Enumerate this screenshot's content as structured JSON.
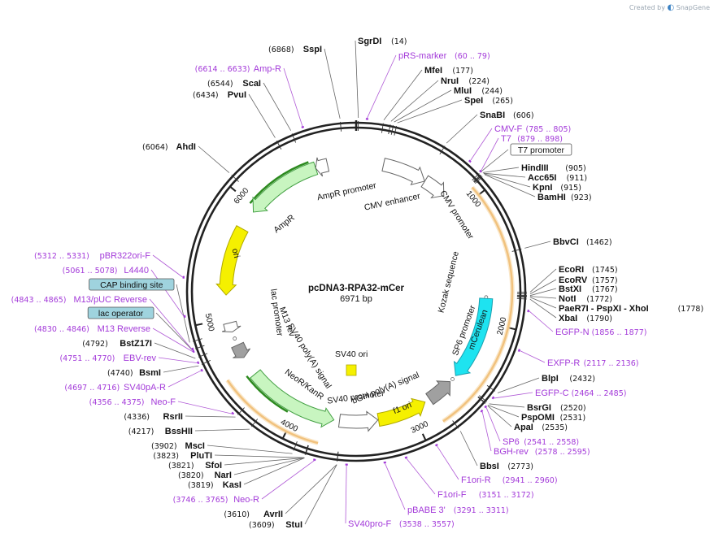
{
  "plasmid": {
    "name": "pcDNA3-RPA32-mCer",
    "size_label": "6971 bp",
    "length": 6971
  },
  "branding": {
    "created_by": "Created by",
    "brand": "SnapGene"
  },
  "ruler_ticks": [
    {
      "label": "1000",
      "bp": 1000
    },
    {
      "label": "2000",
      "bp": 2000
    },
    {
      "label": "3000",
      "bp": 3000
    },
    {
      "label": "4000",
      "bp": 4000
    },
    {
      "label": "5000",
      "bp": 5000
    },
    {
      "label": "6000",
      "bp": 6000
    }
  ],
  "sites": [
    {
      "name": "SgrDI",
      "pos": "(14)",
      "bp": 14,
      "kind": "enzyme"
    },
    {
      "name": "pRS-marker",
      "pos": "(60 .. 79)",
      "bp": 70,
      "kind": "primer"
    },
    {
      "name": "MfeI",
      "pos": "(177)",
      "bp": 177,
      "kind": "enzyme"
    },
    {
      "name": "NruI",
      "pos": "(224)",
      "bp": 224,
      "kind": "enzyme"
    },
    {
      "name": "MluI",
      "pos": "(244)",
      "bp": 244,
      "kind": "enzyme"
    },
    {
      "name": "SpeI",
      "pos": "(265)",
      "bp": 265,
      "kind": "enzyme"
    },
    {
      "name": "SnaBI",
      "pos": "(606)",
      "bp": 606,
      "kind": "enzyme"
    },
    {
      "name": "CMV-F",
      "pos": "(785 .. 805)",
      "bp": 795,
      "kind": "primer"
    },
    {
      "name": "T7",
      "pos": "(879 .. 898)",
      "bp": 889,
      "kind": "primer"
    },
    {
      "name": "T7 promoter",
      "pos": "",
      "bp": 893,
      "kind": "boxed"
    },
    {
      "name": "HindIII",
      "pos": "(905)",
      "bp": 905,
      "kind": "enzyme"
    },
    {
      "name": "Acc65I",
      "pos": "(911)",
      "bp": 911,
      "kind": "enzyme"
    },
    {
      "name": "KpnI",
      "pos": "(915)",
      "bp": 915,
      "kind": "enzyme"
    },
    {
      "name": "BamHI",
      "pos": "(923)",
      "bp": 923,
      "kind": "enzyme"
    },
    {
      "name": "BbvCI",
      "pos": "(1462)",
      "bp": 1462,
      "kind": "enzyme"
    },
    {
      "name": "EcoRI",
      "pos": "(1745)",
      "bp": 1745,
      "kind": "enzyme"
    },
    {
      "name": "EcoRV",
      "pos": "(1757)",
      "bp": 1757,
      "kind": "enzyme"
    },
    {
      "name": "BstXI",
      "pos": "(1767)",
      "bp": 1767,
      "kind": "enzyme"
    },
    {
      "name": "NotI",
      "pos": "(1772)",
      "bp": 1772,
      "kind": "enzyme"
    },
    {
      "name": "PaeR7I - PspXI - XhoI",
      "pos": "(1778)",
      "bp": 1778,
      "kind": "enzyme"
    },
    {
      "name": "XbaI",
      "pos": "(1790)",
      "bp": 1790,
      "kind": "enzyme"
    },
    {
      "name": "EGFP-N",
      "pos": "(1856 .. 1877)",
      "bp": 1866,
      "kind": "primer"
    },
    {
      "name": "EXFP-R",
      "pos": "(2117 .. 2136)",
      "bp": 2126,
      "kind": "primer"
    },
    {
      "name": "BlpI",
      "pos": "(2432)",
      "bp": 2432,
      "kind": "enzyme"
    },
    {
      "name": "EGFP-C",
      "pos": "(2464 .. 2485)",
      "bp": 2474,
      "kind": "primer"
    },
    {
      "name": "BsrGI",
      "pos": "(2520)",
      "bp": 2520,
      "kind": "enzyme"
    },
    {
      "name": "PspOMI",
      "pos": "(2531)",
      "bp": 2531,
      "kind": "enzyme"
    },
    {
      "name": "ApaI",
      "pos": "(2535)",
      "bp": 2535,
      "kind": "enzyme"
    },
    {
      "name": "SP6",
      "pos": "(2541 .. 2558)",
      "bp": 2549,
      "kind": "primer"
    },
    {
      "name": "BGH-rev",
      "pos": "(2578 .. 2595)",
      "bp": 2586,
      "kind": "primer"
    },
    {
      "name": "BbsI",
      "pos": "(2773)",
      "bp": 2773,
      "kind": "enzyme"
    },
    {
      "name": "F1ori-R",
      "pos": "(2941 .. 2960)",
      "bp": 2950,
      "kind": "primer"
    },
    {
      "name": "F1ori-F",
      "pos": "(3151 .. 3172)",
      "bp": 3161,
      "kind": "primer"
    },
    {
      "name": "pBABE 3'",
      "pos": "(3291 .. 3311)",
      "bp": 3301,
      "kind": "primer"
    },
    {
      "name": "SV40pro-F",
      "pos": "(3538 .. 3557)",
      "bp": 3547,
      "kind": "primer"
    },
    {
      "name": "StuI",
      "pos": "(3609)",
      "bp": 3609,
      "kind": "enzyme"
    },
    {
      "name": "AvrII",
      "pos": "(3610)",
      "bp": 3610,
      "kind": "enzyme"
    },
    {
      "name": "Neo-R",
      "pos": "(3746 .. 3765)",
      "bp": 3755,
      "kind": "primer"
    },
    {
      "name": "KasI",
      "pos": "(3819)",
      "bp": 3819,
      "kind": "enzyme"
    },
    {
      "name": "NarI",
      "pos": "(3820)",
      "bp": 3820,
      "kind": "enzyme"
    },
    {
      "name": "SfoI",
      "pos": "(3821)",
      "bp": 3821,
      "kind": "enzyme"
    },
    {
      "name": "PluTI",
      "pos": "(3823)",
      "bp": 3823,
      "kind": "enzyme"
    },
    {
      "name": "MscI",
      "pos": "(3902)",
      "bp": 3902,
      "kind": "enzyme"
    },
    {
      "name": "BssHII",
      "pos": "(4217)",
      "bp": 4217,
      "kind": "enzyme"
    },
    {
      "name": "RsrII",
      "pos": "(4336)",
      "bp": 4336,
      "kind": "enzyme"
    },
    {
      "name": "Neo-F",
      "pos": "(4356 .. 4375)",
      "bp": 4365,
      "kind": "primer"
    },
    {
      "name": "SV40pA-R",
      "pos": "(4697 .. 4716)",
      "bp": 4706,
      "kind": "primer"
    },
    {
      "name": "BsmI",
      "pos": "(4740)",
      "bp": 4740,
      "kind": "enzyme"
    },
    {
      "name": "EBV-rev",
      "pos": "(4751 .. 4770)",
      "bp": 4760,
      "kind": "primer"
    },
    {
      "name": "BstZ17I",
      "pos": "(4792)",
      "bp": 4792,
      "kind": "enzyme"
    },
    {
      "name": "M13 Reverse",
      "pos": "(4830 .. 4846)",
      "bp": 4838,
      "kind": "primer"
    },
    {
      "name": "lac operator",
      "pos": "",
      "bp": 4850,
      "kind": "boxed-blue"
    },
    {
      "name": "M13/pUC Reverse",
      "pos": "(4843 .. 4865)",
      "bp": 4854,
      "kind": "primer"
    },
    {
      "name": "CAP binding site",
      "pos": "",
      "bp": 4900,
      "kind": "boxed-blue"
    },
    {
      "name": "L4440",
      "pos": "(5061 .. 5078)",
      "bp": 5070,
      "kind": "primer"
    },
    {
      "name": "pBR322ori-F",
      "pos": "(5312 .. 5331)",
      "bp": 5321,
      "kind": "primer"
    },
    {
      "name": "AhdI",
      "pos": "(6064)",
      "bp": 6064,
      "kind": "enzyme"
    },
    {
      "name": "PvuI",
      "pos": "(6434)",
      "bp": 6434,
      "kind": "enzyme"
    },
    {
      "name": "ScaI",
      "pos": "(6544)",
      "bp": 6544,
      "kind": "enzyme"
    },
    {
      "name": "Amp-R",
      "pos": "(6614 .. 6633)",
      "bp": 6623,
      "kind": "primer"
    },
    {
      "name": "SspI",
      "pos": "(6868)",
      "bp": 6868,
      "kind": "enzyme"
    }
  ],
  "features": [
    {
      "name": "CMV enhancer",
      "start": 235,
      "end": 615,
      "fill": "#ffffff",
      "stroke": "#666666"
    },
    {
      "name": "CMV promoter",
      "start": 616,
      "end": 820,
      "fill": "#ffffff",
      "stroke": "#666666"
    },
    {
      "name": "Kozak sequence",
      "start": 1790,
      "end": 1800,
      "fill": "#ffffff",
      "stroke": "#666666"
    },
    {
      "name": "mCerulean",
      "start": 1800,
      "end": 2520,
      "fill": "#1ee3f0",
      "stroke": "#1aa0b0"
    },
    {
      "name": "SP6 promoter",
      "start": 2560,
      "end": 2580,
      "fill": "#ffffff",
      "stroke": "#666666"
    },
    {
      "name": "bGH poly(A) signal",
      "start": 2590,
      "end": 2820,
      "fill": "#a0a0a0",
      "stroke": "#666666"
    },
    {
      "name": "f1 ori",
      "start": 2866,
      "end": 3294,
      "fill": "#f5f000",
      "stroke": "#b0a800"
    },
    {
      "name": "SV40 promoter",
      "start": 3299,
      "end": 3628,
      "fill": "#ffffff",
      "stroke": "#666666"
    },
    {
      "name": "NeoR/KanR",
      "start": 3676,
      "end": 4470,
      "fill": "#c8f5c0",
      "stroke": "#44a044"
    },
    {
      "name": "SV40 poly(A) signal",
      "start": 4640,
      "end": 4760,
      "fill": "#a0a0a0",
      "stroke": "#666666"
    },
    {
      "name": "M13 rev",
      "start": 4820,
      "end": 4840,
      "fill": "#ffffff",
      "stroke": "#666666"
    },
    {
      "name": "lac promoter",
      "start": 4880,
      "end": 4960,
      "fill": "#ffffff",
      "stroke": "#666666"
    },
    {
      "name": "ori",
      "start": 5200,
      "end": 5789,
      "fill": "#f5f000",
      "stroke": "#b0a800"
    },
    {
      "name": "AmpR",
      "start": 5960,
      "end": 6620,
      "fill": "#c8f5c0",
      "stroke": "#44a044"
    },
    {
      "name": "AmpR promoter",
      "start": 6620,
      "end": 6725,
      "fill": "#ffffff",
      "stroke": "#666666"
    }
  ],
  "inner_labels": {
    "cmv_enhancer": "CMV enhancer",
    "cmv_promoter": "CMV promoter",
    "ampr_promoter": "AmpR promoter",
    "ampr": "AmpR",
    "ori": "ori",
    "lac_promoter": "lac promoter",
    "m13_rev": "M13 rev",
    "sv40_polya": "SV40 poly(A) signal",
    "neor": "NeoR/KanR",
    "sv40_promoter": "SV40 promoter",
    "f1_ori": "f1 ori",
    "bgh": "bGH poly(A) signal",
    "sv40_ori": "SV40 ori",
    "sp6": "SP6 promoter",
    "mcerulean": "mCerulean",
    "kozak": "Kozak sequence"
  },
  "colors": {
    "backbone": "#222222",
    "primer": "#a33ad9",
    "orange_arc": "#e8a040",
    "green_arc": "#2c8a1e",
    "box_blue": "#9fd3de"
  }
}
